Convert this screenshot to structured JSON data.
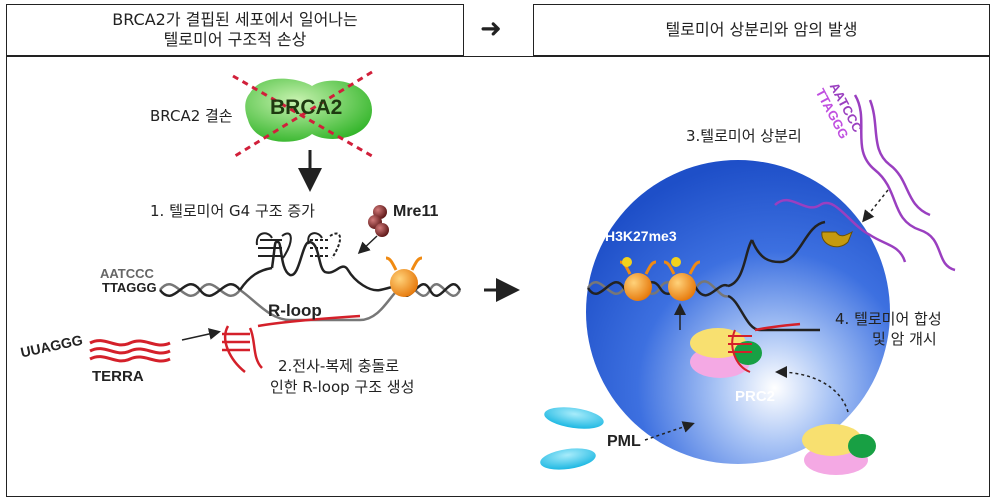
{
  "header_left_line1": "BRCA2가 결핍된 세포에서 일어나는",
  "header_left_line2": "텔로미어 구조적 손상",
  "header_arrow": "➜",
  "header_right": "텔로미어 상분리와 암의 발생",
  "labels": {
    "brca2_loss": "BRCA2 결손",
    "brca2": "BRCA2",
    "step1": "1. 텔로미어 G4 구조 증가",
    "mre11": "Mre11",
    "aatccc": "AATCCC",
    "ttaggg": "TTAGGG",
    "rloop": "R-loop",
    "uuaggg": "UUAGGG",
    "terra": "TERRA",
    "step2_line1": "2.전사-복제 충돌로",
    "step2_line2": "인한 R-loop 구조 생성",
    "step3": "3.텔로미어 상분리",
    "h3k27me3": "H3K27me3",
    "step4_line1": "4. 텔로미어 합성",
    "step4_line2": "및 암 개시",
    "prc2": "PRC2",
    "pml": "PML",
    "aatccc_purple": "AATCCC",
    "ttaggg_purple": "TTAGGG"
  },
  "colors": {
    "green": "#3cb833",
    "red_cross": "#d11f3a",
    "nucleus_blue": "#2f63d9",
    "rna_red": "#d4202a",
    "purple": "#9a3fc0",
    "orange": "#f08a12",
    "cyan": "#2fc6ea"
  }
}
